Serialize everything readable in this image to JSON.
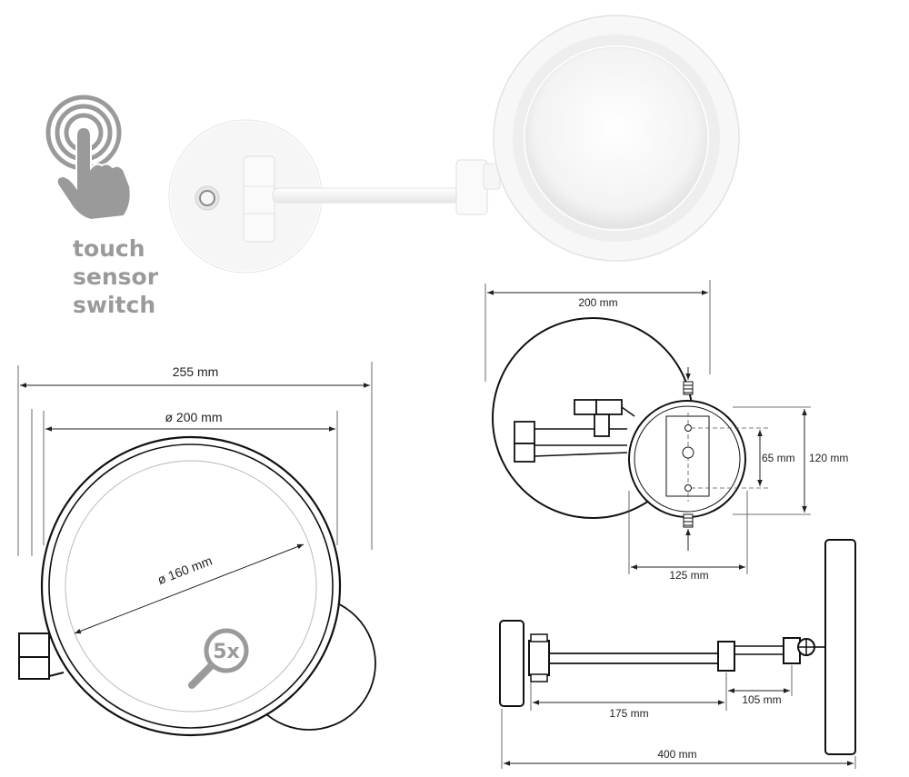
{
  "touch_sensor": {
    "line1": "touch",
    "line2": "sensor",
    "line3": "switch",
    "color": "#9a9a9a"
  },
  "front_view": {
    "width_label": "255 mm",
    "diameter_label": "ø 200 mm",
    "inner_diameter_label": "ø 160 mm",
    "magnification_label": "5x"
  },
  "plate_view": {
    "width_label": "200 mm",
    "hole_spacing_label": "65 mm",
    "plate_height_label": "120 mm",
    "plate_width_label": "125 mm"
  },
  "side_view": {
    "arm_label": "175 mm",
    "joint_label": "105 mm",
    "total_label": "400 mm"
  },
  "colors": {
    "line": "#222222",
    "icon_gray": "#9a9a9a",
    "product_white": "#f4f4f4"
  }
}
